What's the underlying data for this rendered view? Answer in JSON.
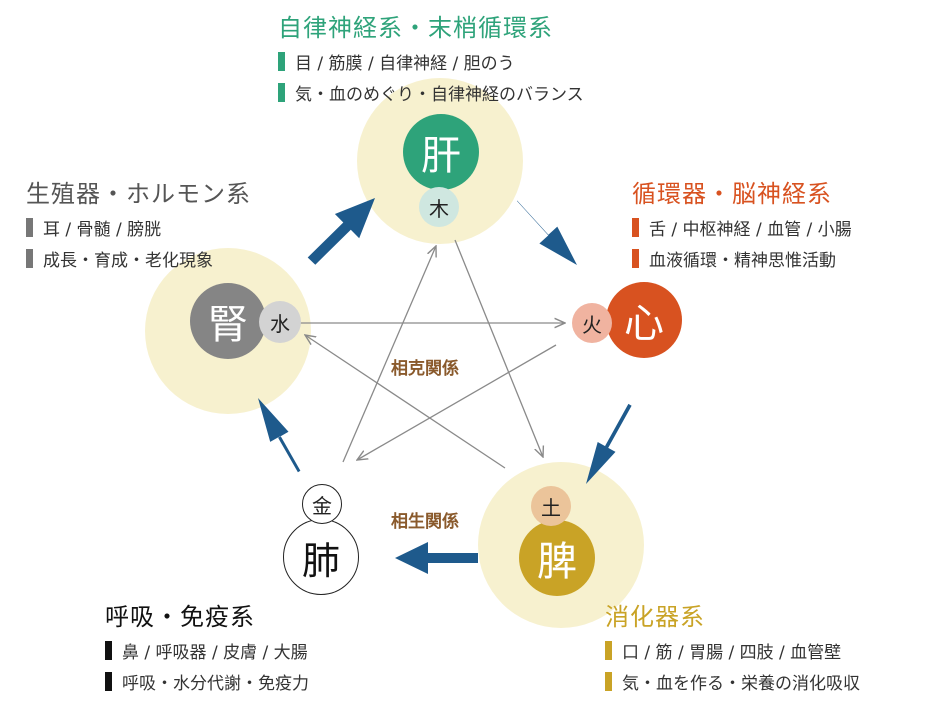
{
  "colors": {
    "liver": "#2ea37a",
    "heart": "#d85220",
    "spleen": "#c9a326",
    "kidney": "#858585",
    "lung": "#111111",
    "glow": "#f7f1cf",
    "arrow": "#1e5a8c",
    "relation_text": "#8a5a2c"
  },
  "organs": {
    "liver": {
      "organ": "肝",
      "element": "木"
    },
    "heart": {
      "organ": "心",
      "element": "火"
    },
    "spleen": {
      "organ": "脾",
      "element": "土"
    },
    "lung": {
      "organ": "肺",
      "element": "金"
    },
    "kidney": {
      "organ": "腎",
      "element": "水"
    }
  },
  "relations": {
    "control": "相克関係",
    "generation": "相生関係"
  },
  "systems": {
    "liver": {
      "title": "自律神経系・末梢循環系",
      "lines": [
        "目 / 筋膜 / 自律神経 / 胆のう",
        "気・血のめぐり・自律神経のバランス"
      ]
    },
    "heart": {
      "title": "循環器・脳神経系",
      "lines": [
        "舌 / 中枢神経 / 血管 / 小腸",
        "血液循環・精神思惟活動"
      ]
    },
    "kidney": {
      "title": "生殖器・ホルモン系",
      "lines": [
        "耳 / 骨髄 / 膀胱",
        "成長・育成・老化現象"
      ]
    },
    "lung": {
      "title": "呼吸・免疫系",
      "lines": [
        "鼻 / 呼吸器 / 皮膚 / 大腸",
        "呼吸・水分代謝・免疫力"
      ]
    },
    "spleen": {
      "title": "消化器系",
      "lines": [
        "口 / 筋 / 胃腸 / 四肢 / 血管壁",
        "気・血を作る・栄養の消化吸収"
      ]
    }
  },
  "icons": {
    "generation_arrow": "thick-arrow-icon",
    "control_arrow": "thin-arrow-icon"
  }
}
